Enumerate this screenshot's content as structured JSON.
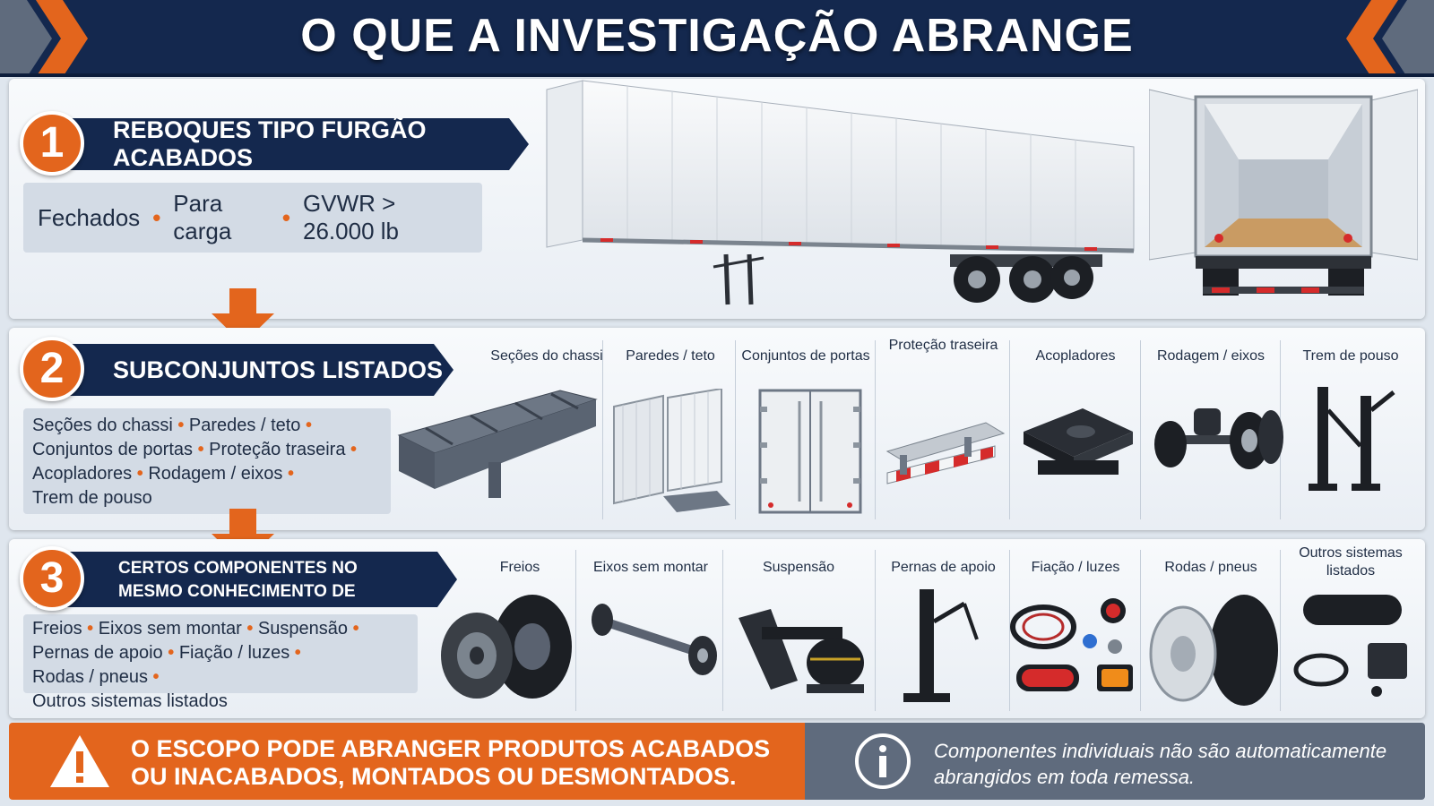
{
  "header": {
    "title": "O QUE A INVESTIGAÇÃO ABRANGE"
  },
  "colors": {
    "navy": "#14284e",
    "orange": "#e3651d",
    "slate": "#5f6b7d",
    "panel": "#eef2f6"
  },
  "section1": {
    "number": "1",
    "title": "REBOQUES TIPO FURGÃO ACABADOS",
    "tags": [
      "Fechados",
      "Para carga",
      "GVWR > 26.000 lb"
    ]
  },
  "section2": {
    "number": "2",
    "title": "SUBCONJUNTOS LISTADOS",
    "lines": [
      [
        "Seções do chassi",
        "Paredes / teto"
      ],
      [
        "Conjuntos de portas",
        "Proteção traseira"
      ],
      [
        "Acopladores",
        "Rodagem / eixos"
      ],
      [
        "Trem de pouso"
      ]
    ],
    "items": [
      {
        "label": "Seções do chassi",
        "icon": "chassis-icon"
      },
      {
        "label": "Paredes / teto",
        "icon": "panels-icon"
      },
      {
        "label": "Conjuntos de portas",
        "icon": "doors-icon"
      },
      {
        "label": "Proteção traseira",
        "icon": "rear-guard-icon"
      },
      {
        "label": "Acopladores",
        "icon": "coupler-icon"
      },
      {
        "label": "Rodagem / eixos",
        "icon": "axle-wheels-icon"
      },
      {
        "label": "Trem de pouso",
        "icon": "landing-gear-icon"
      }
    ]
  },
  "section3": {
    "number": "3",
    "title_line1": "CERTOS COMPONENTES NO",
    "title_line2": "MESMO CONHECIMENTO DE EMBARQUE",
    "lines": [
      [
        "Freios",
        "Eixos sem montar",
        "Suspensão"
      ],
      [
        "Pernas de apoio",
        "Fiação / luzes",
        "Rodas / pneus"
      ],
      [
        "Outros sistemas listados"
      ]
    ],
    "items": [
      {
        "label": "Freios",
        "icon": "brake-icon"
      },
      {
        "label": "Eixos sem montar",
        "icon": "axle-icon"
      },
      {
        "label": "Suspensão",
        "icon": "suspension-icon"
      },
      {
        "label": "Pernas de apoio",
        "icon": "support-leg-icon"
      },
      {
        "label": "Fiação / luzes",
        "icon": "wiring-lights-icon"
      },
      {
        "label": "Rodas / pneus",
        "icon": "wheel-tire-icon"
      },
      {
        "label": "Outros sistemas listados",
        "icon": "air-tank-icon"
      }
    ]
  },
  "footer": {
    "warning_line1": "O ESCOPO PODE ABRANGER PRODUTOS ACABADOS",
    "warning_line2": "OU INACABADOS, MONTADOS OU DESMONTADOS.",
    "info_line1": "Componentes individuais não são automaticamente",
    "info_line2": "abrangidos em toda remessa."
  }
}
